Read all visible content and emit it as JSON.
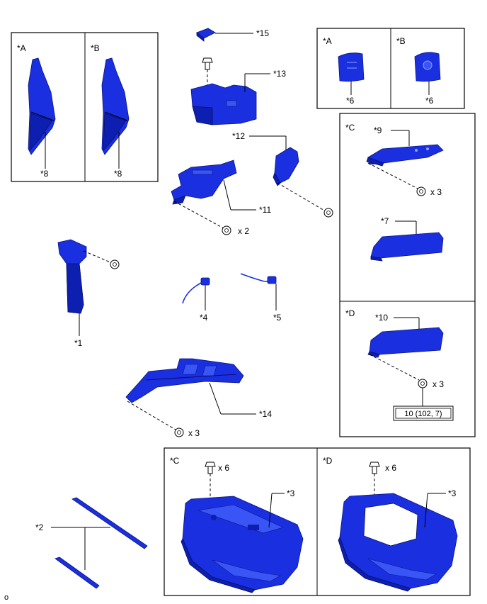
{
  "labels": {
    "p15": "*15",
    "p13": "*13",
    "p12": "*12",
    "p11": "*11",
    "p1": "*1",
    "p4": "*4",
    "p5": "*5",
    "p14": "*14",
    "p2": "*2",
    "p9": "*9",
    "p7": "*7",
    "p10": "*10",
    "p3c": "*3",
    "p3d": "*3",
    "p8a": "*8",
    "p8b": "*8",
    "p6a": "*6",
    "p6b": "*6"
  },
  "variants": {
    "box_left_a": "*A",
    "box_left_b": "*B",
    "box_right_a": "*A",
    "box_right_b": "*B",
    "box_c": "*C",
    "box_d": "*D",
    "box_bottom_c": "*C",
    "box_bottom_d": "*D"
  },
  "quantities": {
    "q11": "x 2",
    "q14": "x 3",
    "q9": "x 3",
    "q10": "x 3",
    "q3c": "x 6",
    "q3d": "x 6"
  },
  "torque_spec": "10 (102, 7)",
  "corner_mark": "o"
}
